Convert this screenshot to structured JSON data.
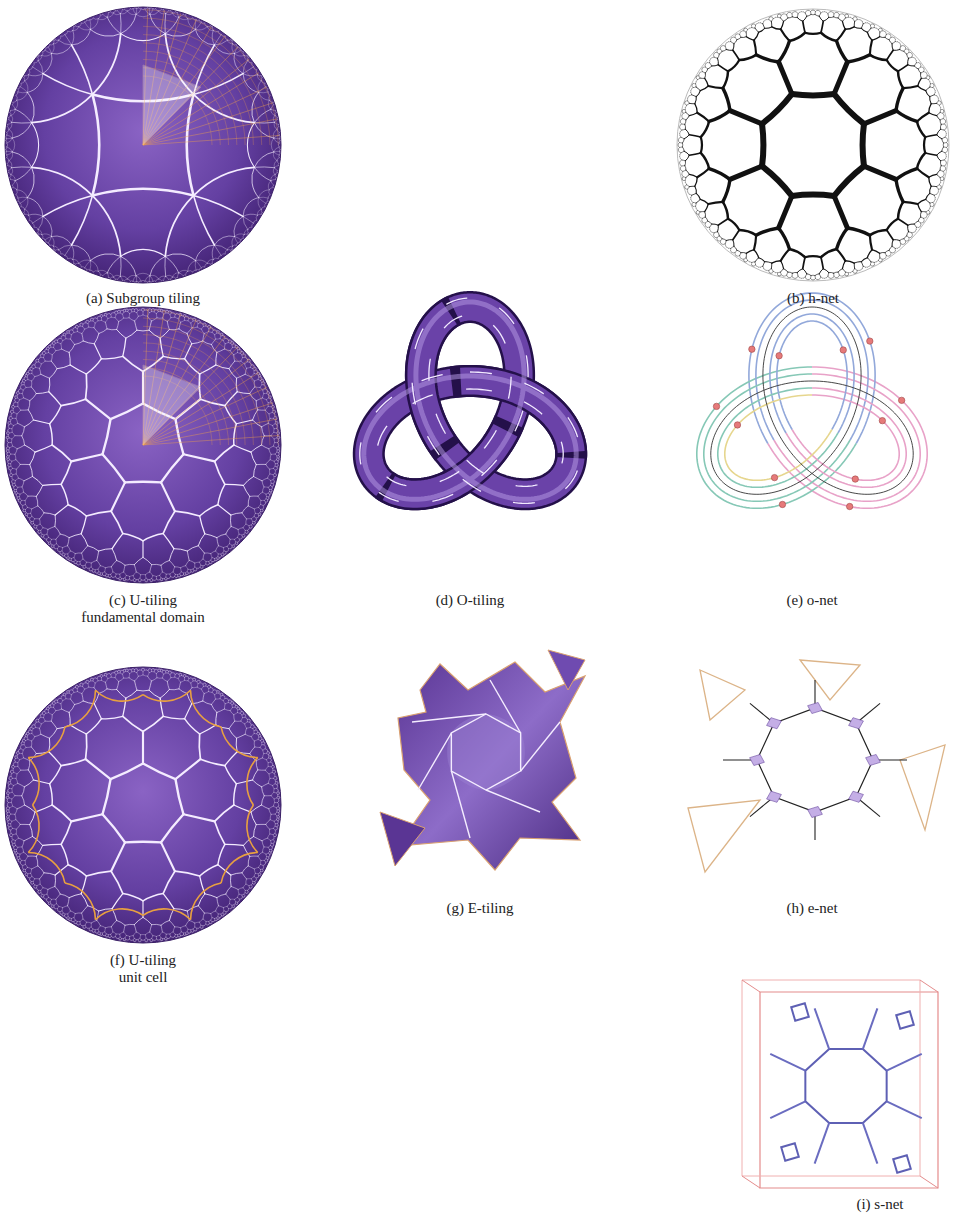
{
  "diagram": {
    "labels": [
      "(a) Subgroup tiling",
      "(b) h-net",
      "(c) U-tiling fundamental domain",
      "(d) O-tiling",
      "(e) o-net",
      "(f) U-tiling unit cell",
      "(g) E-tiling",
      "(h) e-net",
      "(i) s-net"
    ]
  }
}
